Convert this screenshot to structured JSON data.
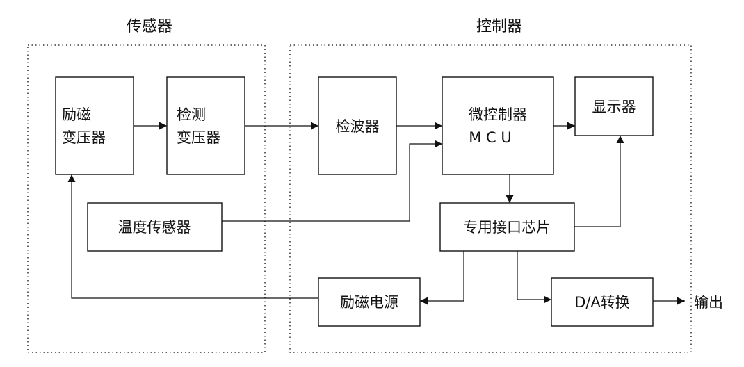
{
  "groups": {
    "sensor_title": "传感器",
    "controller_title": "控制器"
  },
  "blocks": {
    "excitation_transformer": {
      "line1": "励磁",
      "line2": "变压器"
    },
    "detection_transformer": {
      "line1": "检测",
      "line2": "变压器"
    },
    "temperature_sensor": "温度传感器",
    "detector": "检波器",
    "mcu": {
      "line1": "微控制器",
      "line2": "M C U"
    },
    "display": "显示器",
    "interface_chip": "专用接口芯片",
    "excitation_power": "励磁电源",
    "da_converter": "D/A转换"
  },
  "output_label": "输出",
  "colors": {
    "stroke": "#111111",
    "background": "#ffffff"
  }
}
